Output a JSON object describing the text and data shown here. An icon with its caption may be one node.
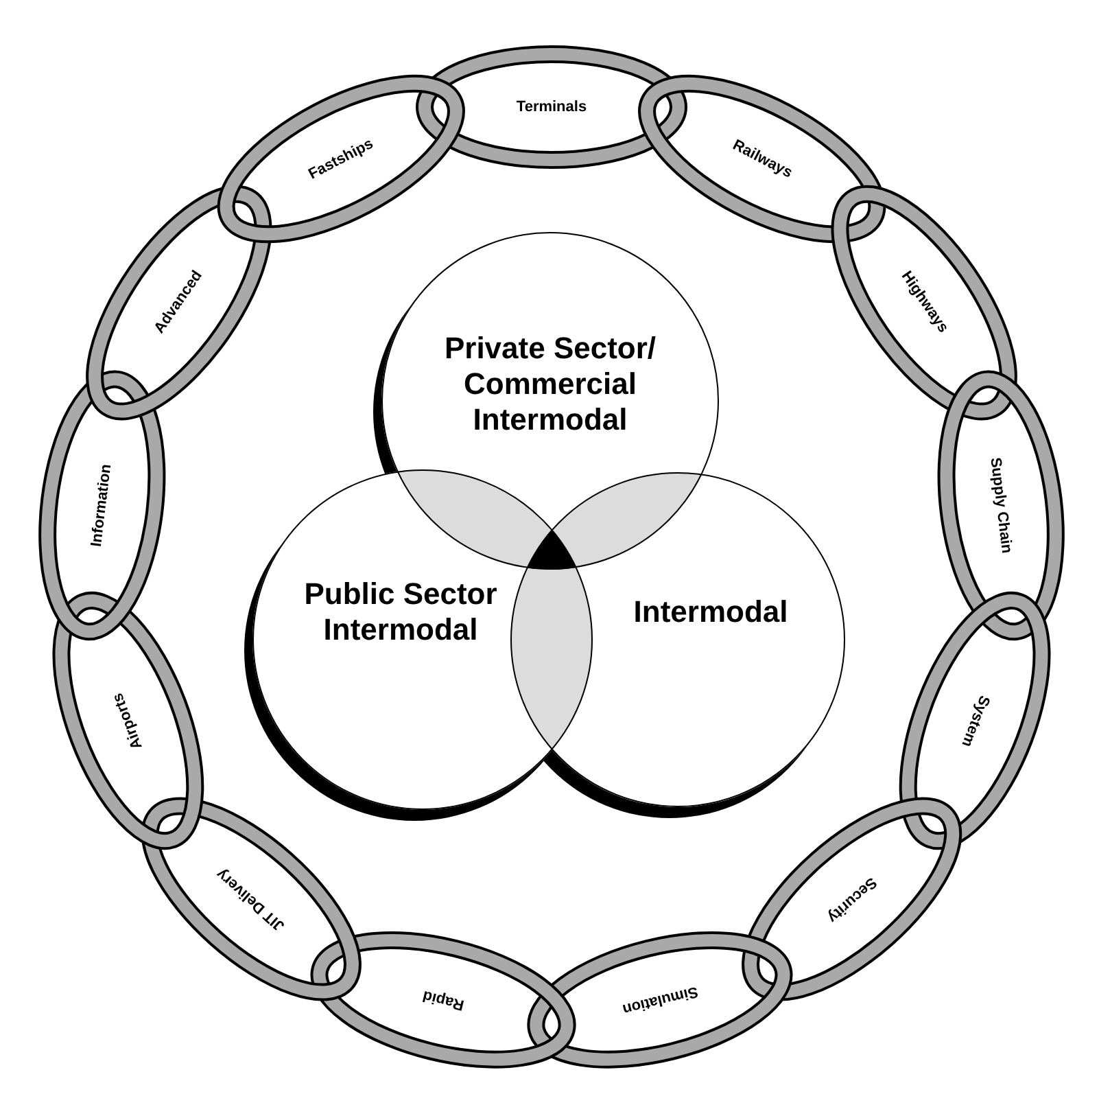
{
  "diagram": {
    "nodes": [
      {
        "text": [
          "Terminals"
        ]
      },
      {
        "text": [
          "Railways"
        ]
      },
      {
        "text": [
          "Highways"
        ]
      },
      {
        "text": [
          "Supply Chain"
        ]
      },
      {
        "text": [
          "System"
        ]
      },
      {
        "text": [
          "Security"
        ]
      },
      {
        "text": [
          "Simulation"
        ]
      },
      {
        "text": [
          "Rapid"
        ]
      },
      {
        "text": [
          "JIT Delivery"
        ]
      },
      {
        "text": [
          "Airports"
        ]
      },
      {
        "text": [
          "Information"
        ]
      },
      {
        "text": [
          "Advanced"
        ]
      },
      {
        "text": [
          "Fastships"
        ]
      },
      {
        "text": [
          "Private Sector/ Commercial Intermodal"
        ]
      },
      {
        "text": [
          "Public Sector Intermodal"
        ]
      },
      {
        "text": [
          "Intermodal"
        ]
      }
    ]
  }
}
